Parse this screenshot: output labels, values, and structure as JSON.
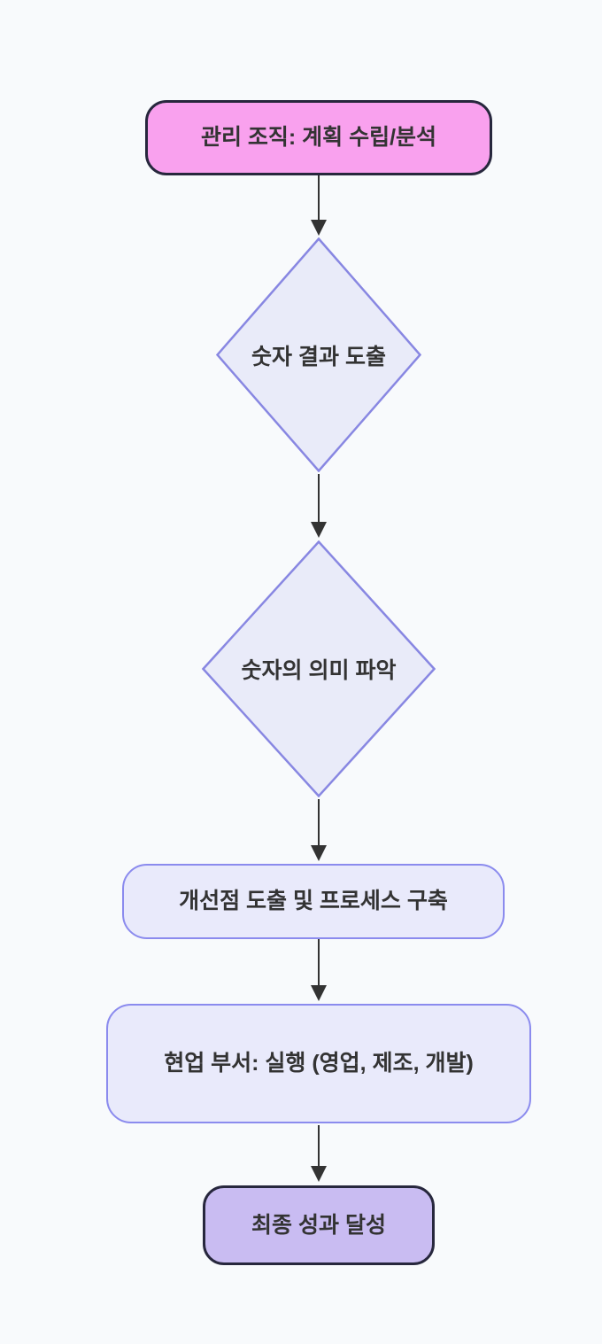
{
  "diagram": {
    "type": "flowchart-vertical",
    "background": "#f8fafc",
    "text_color": "#333333",
    "arrow_color": "#333333",
    "nodes": [
      {
        "id": "start",
        "shape": "rounded-rect",
        "label": "관리 조직: 계획 수립/분석",
        "fill": "#f9a1ee",
        "border": "#27273d"
      },
      {
        "id": "decision1",
        "shape": "diamond",
        "label": "숫자 결과 도출",
        "fill": "#e9ebf9",
        "border": "#8887e2"
      },
      {
        "id": "decision2",
        "shape": "diamond",
        "label": "숫자의 의미 파악",
        "fill": "#e9ebf9",
        "border": "#8887e2"
      },
      {
        "id": "process1",
        "shape": "rounded-rect",
        "label": "개선점 도출 및 프로세스 구축",
        "fill": "#e9eafb",
        "border": "#8b8bee"
      },
      {
        "id": "process2",
        "shape": "rounded-rect",
        "label": "현업 부서: 실행 (영업, 제조, 개발)",
        "fill": "#e9eafb",
        "border": "#8b8bee"
      },
      {
        "id": "end",
        "shape": "rounded-rect",
        "label": "최종 성과 달성",
        "fill": "#c9bcf2",
        "border": "#27273d"
      }
    ],
    "edges": [
      {
        "from": "start",
        "to": "decision1"
      },
      {
        "from": "decision1",
        "to": "decision2"
      },
      {
        "from": "decision2",
        "to": "process1"
      },
      {
        "from": "process1",
        "to": "process2"
      },
      {
        "from": "process2",
        "to": "end"
      }
    ]
  }
}
